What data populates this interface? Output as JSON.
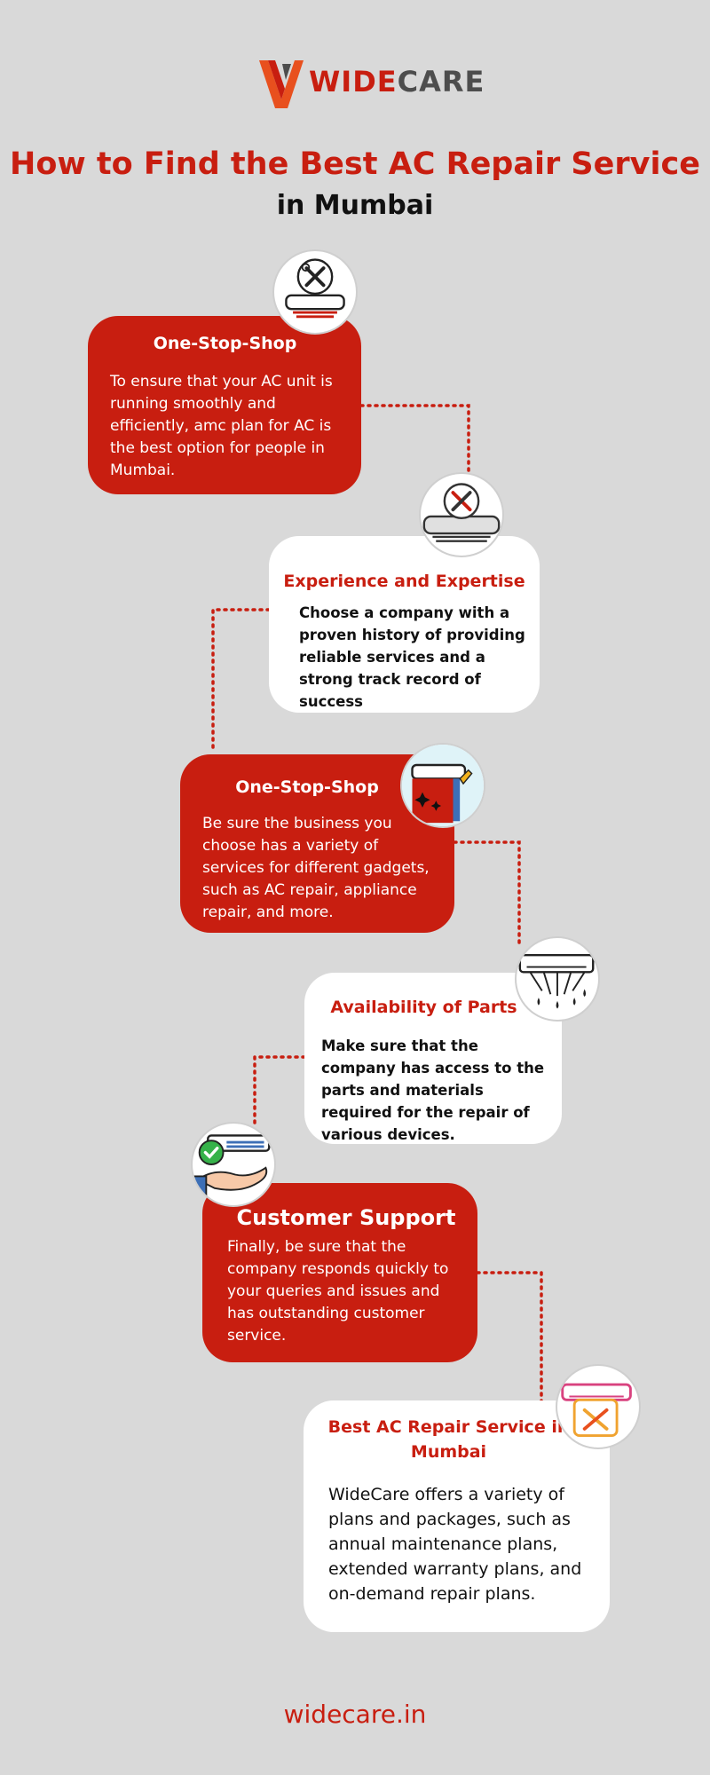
{
  "header": {
    "brand_part1": "WIDE",
    "brand_part2": "CARE",
    "title_line1": "How to Find the Best AC Repair Service",
    "title_line2": "in Mumbai"
  },
  "colors": {
    "accent_red": "#c81e10",
    "background": "#d9d9d9",
    "card_white": "#ffffff",
    "logo_gray": "#4d4d4d"
  },
  "sections": [
    {
      "title": "One-Stop-Shop",
      "text": "To ensure that your AC unit is running smoothly and efficiently, amc plan for AC is the best option for people in Mumbai.",
      "icon": "tools-ac-icon"
    },
    {
      "title": "Experience and Expertise",
      "text": "Choose a company with a proven history of providing reliable services and a strong track record of success",
      "icon": "tools-ac-gray-icon"
    },
    {
      "title": "One-Stop-Shop",
      "text": "Be sure the business you choose has a variety of services for different gadgets, such as AC repair, appliance repair, and more.",
      "icon": "ac-cleaning-icon"
    },
    {
      "title": "Availability of Parts",
      "text": "Make sure that the company has access to the parts and materials required for the repair of various devices.",
      "icon": "ac-leaking-icon"
    },
    {
      "title": "Customer Support",
      "text": "Finally, be sure that the company responds quickly to your  queries and issues and has outstanding customer service.",
      "icon": "ac-hand-check-icon"
    },
    {
      "title": "Best AC Repair Service in Mumbai",
      "text": "WideCare offers a variety of plans and packages, such as annual maintenance plans, extended warranty plans, and on-demand repair plans.",
      "icon": "ac-repair-tools-icon"
    }
  ],
  "footer": {
    "url": "widecare.in"
  }
}
